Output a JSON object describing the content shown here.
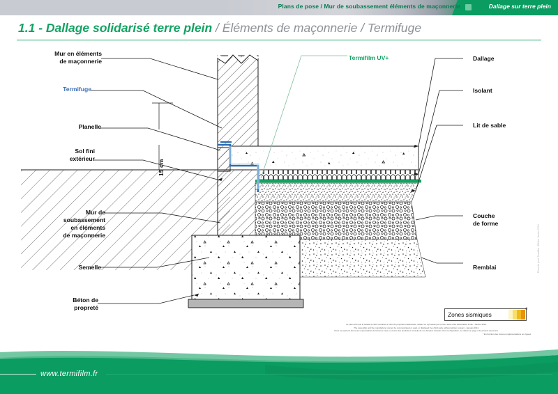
{
  "header": {
    "breadcrumb": "Plans de pose / Mur de soubassement éléments de maçonnerie",
    "tab": "Dallage sur terre plein"
  },
  "title": {
    "number": "1.1 - Dallage solidarisé terre plein",
    "rest": " / Éléments de maçonnerie / Termifuge"
  },
  "labels": {
    "left": [
      {
        "id": "mur-elements-maconnerie",
        "text": "Mur en éléments\nde maçonnerie",
        "color": "#111111"
      },
      {
        "id": "termifuge",
        "text": "Termifuge",
        "color": "#3d6fb5"
      },
      {
        "id": "planelle",
        "text": "Planelle",
        "color": "#111111"
      },
      {
        "id": "sol-fini-exterieur",
        "text": "Sol fini\nextérieur",
        "color": "#111111"
      },
      {
        "id": "mur-soubassement",
        "text": "Mur de\nsoubassement\nen éléments\nde maçonnerie",
        "color": "#111111"
      },
      {
        "id": "semelle",
        "text": "Semelle",
        "color": "#111111"
      },
      {
        "id": "beton-proprete",
        "text": "Béton de\npropreté",
        "color": "#111111"
      }
    ],
    "right": [
      {
        "id": "dallage",
        "text": "Dallage",
        "color": "#111111"
      },
      {
        "id": "isolant",
        "text": "Isolant",
        "color": "#111111"
      },
      {
        "id": "lit-de-sable",
        "text": "Lit de sable",
        "color": "#111111"
      },
      {
        "id": "couche-de-forme",
        "text": "Couche\nde forme",
        "color": "#111111"
      },
      {
        "id": "remblai",
        "text": "Remblai",
        "color": "#111111"
      }
    ],
    "center": [
      {
        "id": "termifilm-uv",
        "text": "Termifilm UV+",
        "color": "#12a362"
      }
    ],
    "dimension": "15 cm"
  },
  "label_text": {
    "mur_elements_line1": "Mur en éléments",
    "mur_elements_line2": "de maçonnerie",
    "termifuge": "Termifuge",
    "planelle": "Planelle",
    "sol_fini_line1": "Sol fini",
    "sol_fini_line2": "extérieur",
    "mur_soub_line1": "Mur de",
    "mur_soub_line2": "soubassement",
    "mur_soub_line3": "en éléments",
    "mur_soub_line4": "de maçonnerie",
    "semelle": "Semelle",
    "beton_line1": "Béton de",
    "beton_line2": "propreté",
    "dallage": "Dallage",
    "isolant": "Isolant",
    "lit_de_sable": "Lit de sable",
    "couche_line1": "Couche",
    "couche_line2": "de forme",
    "remblai": "Remblai",
    "termifilm": "Termifilm UV+",
    "dimension": "15 cm"
  },
  "zones": {
    "label": "Zones sismiques",
    "star": "*",
    "swatch_colors": [
      "#ffffff",
      "#fdf4c8",
      "#f7e06a",
      "#f2b81c",
      "#e8940c"
    ]
  },
  "fineprint": {
    "line1": "Le plan ainsi que la totalité du SAV constitue un droit de propriété intellectuelle, utilisés ou reproduits par un tiers sans notre autorisation écrite - Janvier 2014.",
    "line2": "The ownership and the manufacturer cannot be communicated or used, or displayed by a third party, without written consent - January 2014.",
    "line3": "Nous ne saurions être tenus responsables de la bonne mise en œuvre des produits et conseils de nos bureaux d'études. Pour la disposition, se référer au page 2 du présent document.",
    "line4": "* En fonction des zones et réglementations en vigueur."
  },
  "sidetext": {
    "text": "Plans de pose Termifilm - Édition Janvier 2014"
  },
  "footer": {
    "url": "www.termifilm.fr"
  },
  "colors": {
    "brand_green": "#12a362",
    "header_green": "#0a9c61",
    "termifuge_blue": "#2b6cb0",
    "termifilm_green": "#12a362",
    "breadcrumb_text": "#0b7a50"
  }
}
